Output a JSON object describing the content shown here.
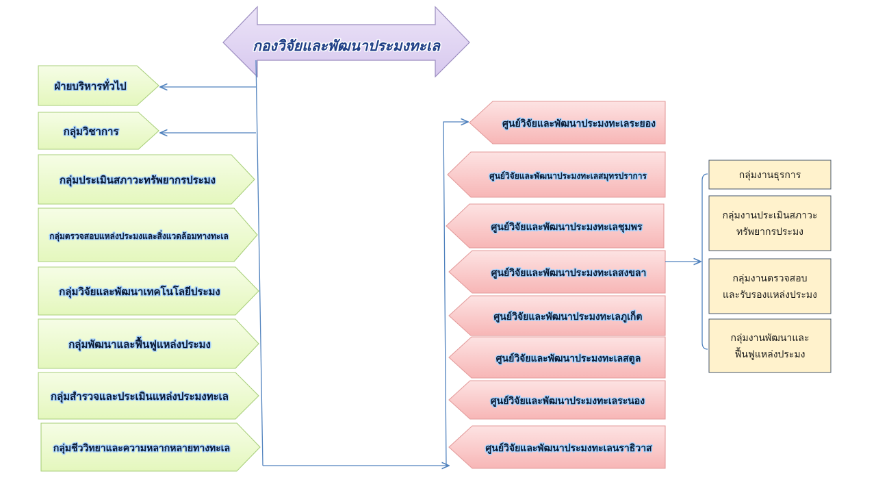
{
  "title": "กองวิจัยและพัฒนาประมงทะเล",
  "left_units": [
    "ฝ่ายบริหารทั่วไป",
    "กลุ่มวิชาการ",
    "กลุ่มประเมินสภาวะทรัพยากรประมง",
    "กลุ่มตรวจสอบแหล่งประมงและสิ่งแวดล้อมทางทะเล",
    "กลุ่มวิจัยและพัฒนาเทคโนโลยีประมง",
    "กลุ่มพัฒนาและฟื้นฟูแหล่งประมง",
    "กลุ่มสำรวจและประเมินแหล่งประมงทะเล",
    "กลุ่มชีววิทยาและความหลากหลายทางทะเล"
  ],
  "centers": [
    "ศูนย์วิจัยและพัฒนาประมงทะเลระยอง",
    "ศูนย์วิจัยและพัฒนาประมงทะเลสมุทรปราการ",
    "ศูนย์วิจัยและพัฒนาประมงทะเลชุมพร",
    "ศูนย์วิจัยและพัฒนาประมงทะเลสงขลา",
    "ศูนย์วิจัยและพัฒนาประมงทะเลภูเก็ต",
    "ศูนย์วิจัยและพัฒนาประมงทะเลสตูล",
    "ศูนย์วิจัยและพัฒนาประมงทะเลระนอง",
    "ศูนย์วิจัยและพัฒนาประมงทะเลนราธิวาส"
  ],
  "sub_groups": [
    [
      "กลุ่มงานธุรการ"
    ],
    [
      "กลุ่มงานประเมินสภาวะ",
      "ทรัพยากรประมง"
    ],
    [
      "กลุ่มงานตรวจสอบ",
      "และรับรองแหล่งประมง"
    ],
    [
      "กลุ่มงานพัฒนาและ",
      "ฟื้นฟูแหล่งประมง"
    ]
  ],
  "colors": {
    "title_fill": "#d7c8ee",
    "left_fill": "#e4f7bd",
    "right_fill": "#f7b6b6",
    "sub_fill": "#fff2cc",
    "connector": "#4f81bd"
  }
}
